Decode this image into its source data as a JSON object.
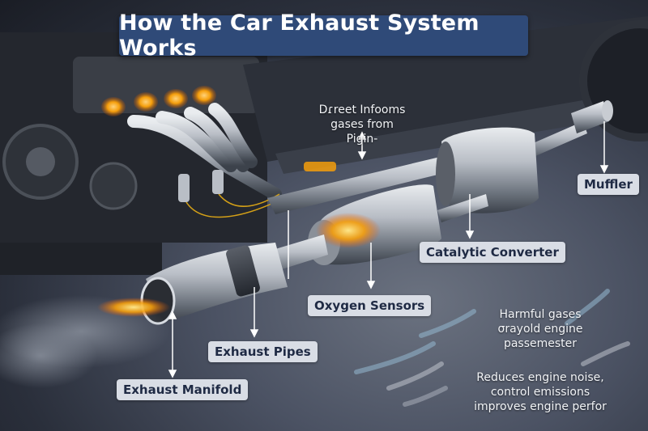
{
  "title": "How the Car Exhaust System Works",
  "labels": {
    "muffler": "Muffler",
    "catalytic_converter": "Catalytic Converter",
    "oxygen_sensors": "Oxygen Sensors",
    "exhaust_pipes": "Exhaust Pipes",
    "exhaust_manifold": "Exhaust Manifold"
  },
  "notes": {
    "top": [
      "Dɾreet Infooms",
      "gases from Pigin-"
    ],
    "harmful": [
      "Harmful gases",
      "σrayold engine",
      "passemester"
    ],
    "benefits": [
      "Reduces engine noise,",
      "control emissions",
      "improves engine perfor"
    ]
  },
  "colors": {
    "banner": "#2f4a78",
    "label_bg": "#d9dde5",
    "label_text": "#1f2a44",
    "flame": "#f59e0b"
  }
}
